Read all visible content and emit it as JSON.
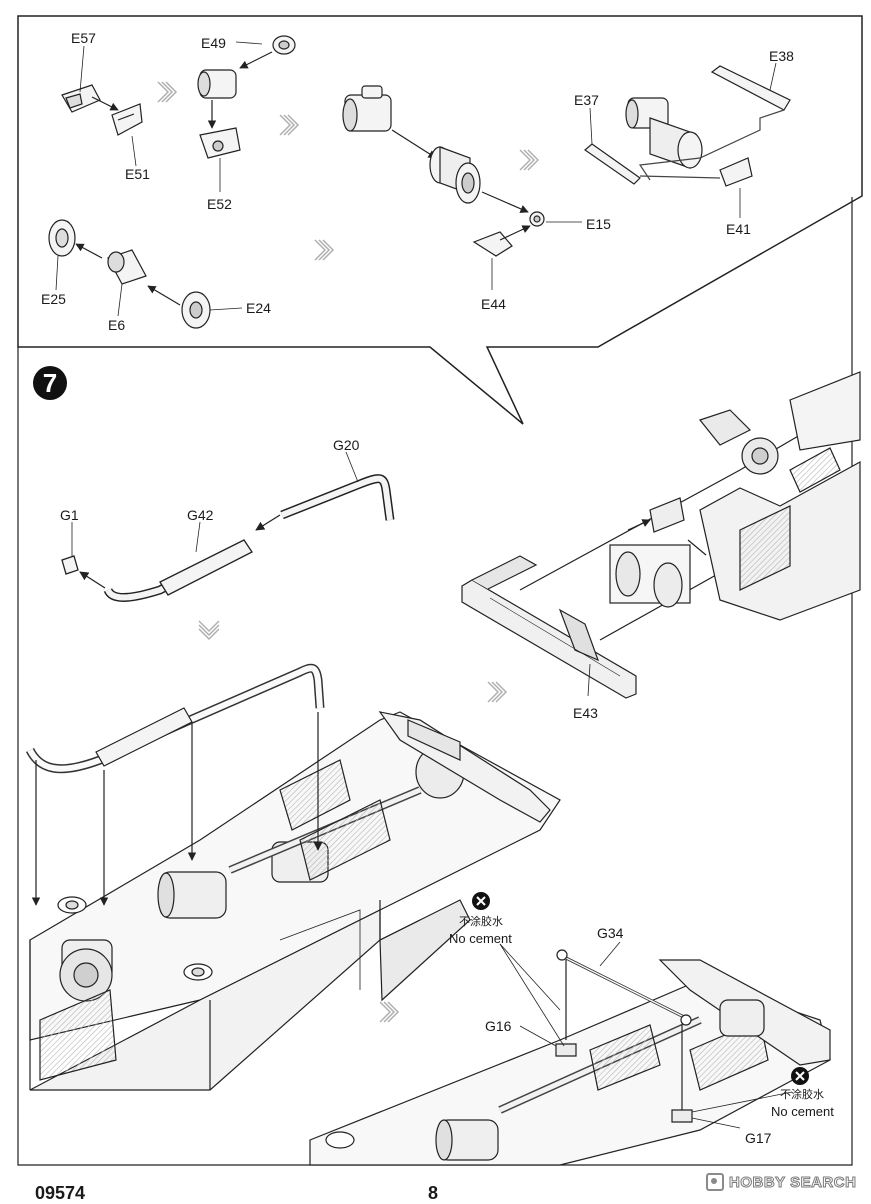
{
  "page": {
    "product_code": "09574",
    "page_number": "8",
    "watermark": "HOBBY SEARCH"
  },
  "step": {
    "number": "7"
  },
  "subassembly_labels": {
    "e57": "E57",
    "e49": "E49",
    "e51": "E51",
    "e52": "E52",
    "e38": "E38",
    "e37": "E37",
    "e41": "E41",
    "e15": "E15",
    "e44": "E44",
    "e25": "E25",
    "e6": "E6",
    "e24": "E24"
  },
  "main_labels": {
    "g20": "G20",
    "g1": "G1",
    "g42": "G42",
    "e43": "E43",
    "g34": "G34",
    "g16": "G16",
    "g17": "G17"
  },
  "notes": {
    "no_cement_cn_1": "不涂胶水",
    "no_cement_en_1": "No cement",
    "no_cement_cn_2": "不涂胶水",
    "no_cement_en_2": "No cement"
  },
  "colors": {
    "ink": "#1a1a1a",
    "line": "#333333",
    "hatch": "#a8a8a8",
    "fill": "#ececec"
  }
}
